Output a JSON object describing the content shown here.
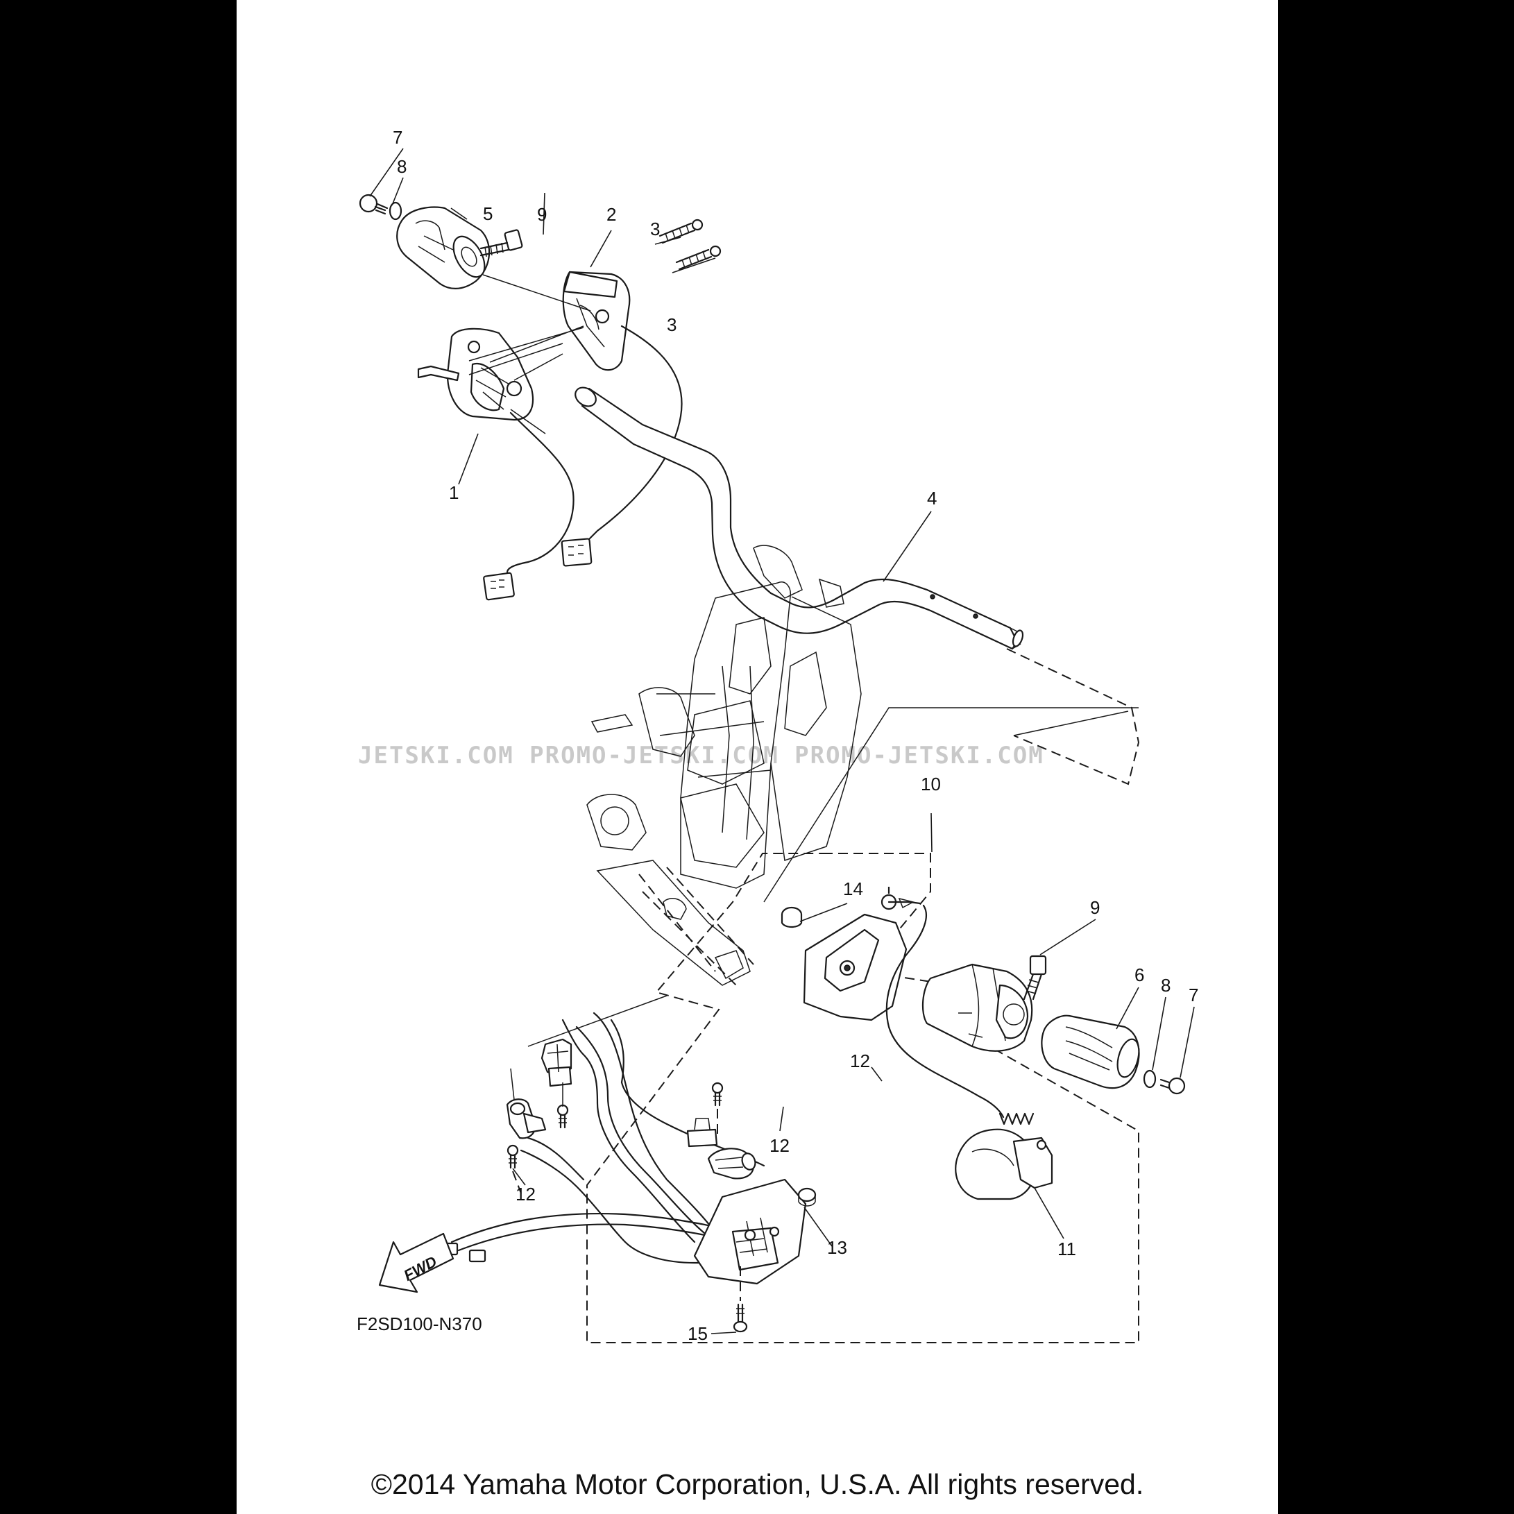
{
  "diagram": {
    "drawing_code": "F2SD100-N370",
    "direction_label": "FWD",
    "watermark": "JETSKI.COM  PROMO-JETSKI.COM PROMO-JETSKI.COM",
    "callouts": [
      "7",
      "8",
      "5",
      "9",
      "2",
      "3",
      "3",
      "1",
      "4",
      "10",
      "14",
      "9",
      "6",
      "8",
      "7",
      "12",
      "12",
      "12",
      "13",
      "11",
      "15"
    ]
  },
  "footer": {
    "copyright": "©2014 Yamaha Motor Corporation, U.S.A. All rights reserved."
  }
}
